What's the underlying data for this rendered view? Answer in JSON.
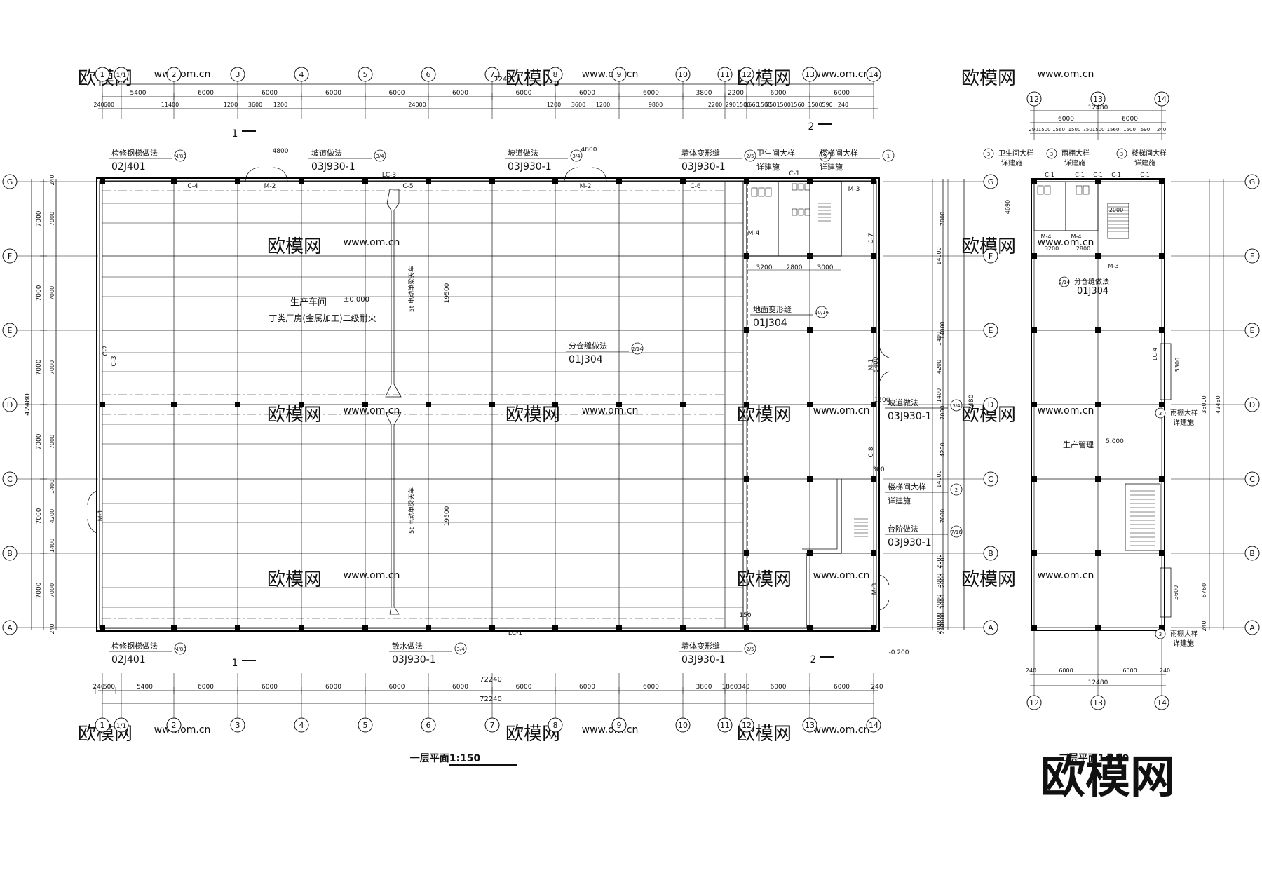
{
  "brand": {
    "logo_text": "欧模网",
    "watermark_url": "www.om.cn"
  },
  "main_plan": {
    "title": "一层平面1:150",
    "axes_x": [
      "1",
      "1/1",
      "2",
      "3",
      "4",
      "5",
      "6",
      "7",
      "8",
      "9",
      "10",
      "11",
      "12",
      "13",
      "14"
    ],
    "axes_y": [
      "G",
      "F",
      "E",
      "D",
      "C",
      "B",
      "A"
    ],
    "top_total": "72480",
    "top_row1": [
      "5400",
      "6000",
      "6000",
      "6000",
      "6000",
      "6000",
      "6000",
      "6000",
      "6000",
      "3800",
      "2200",
      "6000",
      "6000"
    ],
    "top_row2": [
      "240",
      "600",
      "11400",
      "1200",
      "3600",
      "1200",
      "24000",
      "1200",
      "3600",
      "1200",
      "9800",
      "2200",
      "2901500",
      "1560",
      "1500",
      "7501500",
      "1560",
      "1500",
      "590",
      "240"
    ],
    "bottom_total": "72240",
    "bottom_row1": [
      "240",
      "600",
      "5400",
      "6000",
      "6000",
      "6000",
      "6000",
      "6000",
      "6000",
      "6000",
      "6000",
      "3800",
      "1860340",
      "6000",
      "6000",
      "240"
    ],
    "left_total": "42480",
    "left_row1": [
      "7000",
      "7000",
      "7000",
      "7000",
      "7000",
      "7000"
    ],
    "left_row2": [
      "240",
      "7000",
      "7000",
      "7000",
      "7000",
      "1400",
      "4200",
      "1400",
      "7000",
      "240"
    ],
    "right_dims": [
      "14000",
      "1400",
      "4200",
      "1400",
      "14000",
      "2000",
      "3000",
      "7000",
      "2000",
      "240",
      "42480"
    ],
    "room_name": "生产车间",
    "room_level": "±0.000",
    "room_desc": "丁类厂房(金属加工)二级耐火",
    "crane_label": "5t 电动单梁天车",
    "span_dim": "19500",
    "notes": [
      {
        "title": "检修钢梯做法",
        "ref": "02J401",
        "idx": "M/83"
      },
      {
        "title": "坡道做法",
        "ref": "03J930-1",
        "idx": "3/4"
      },
      {
        "title": "坡道做法",
        "ref": "03J930-1",
        "idx": "3/4"
      },
      {
        "title": "墙体变形缝",
        "ref": "03J930-1",
        "idx": "2/5"
      },
      {
        "title": "卫生间大样",
        "ref": "详建施",
        "idx": "3"
      },
      {
        "title": "楼梯间大样",
        "ref": "详建施",
        "idx": "1"
      },
      {
        "title": "分仓缝做法",
        "ref": "01J304",
        "idx": "2/14"
      },
      {
        "title": "地面变形缝",
        "ref": "01J304",
        "idx": "10/16"
      },
      {
        "title": "坡道做法",
        "ref": "03J930-1",
        "idx": "3/4"
      },
      {
        "title": "楼梯间大样",
        "ref": "详建施",
        "idx": "2"
      },
      {
        "title": "台阶做法",
        "ref": "03J930-1",
        "idx": "7/16"
      },
      {
        "title": "散水做法",
        "ref": "03J930-1",
        "idx": "3/4"
      },
      {
        "title": "墙体变形缝",
        "ref": "03J930-1",
        "idx": "2/5"
      },
      {
        "title": "检修钢梯做法",
        "ref": "02J401",
        "idx": "M/83"
      }
    ],
    "door_labels": [
      "M-1",
      "M-2",
      "M-2",
      "M-3",
      "M-3",
      "M-4",
      "M-1"
    ],
    "window_labels": [
      "C-1",
      "C-2",
      "C-3",
      "C-4",
      "C-5",
      "C-6",
      "C-7",
      "C-8",
      "LC-1",
      "LC-3"
    ],
    "section_labels": [
      "1",
      "2",
      "1",
      "2"
    ],
    "small_dims": [
      "4800",
      "4800",
      "3200",
      "2800",
      "3000",
      "5400",
      "1500",
      "300",
      "150",
      "-0.200"
    ]
  },
  "second_plan": {
    "title": "二层平面1:150",
    "axes_x": [
      "12",
      "13",
      "14"
    ],
    "axes_y": [
      "G",
      "F",
      "E",
      "D",
      "C",
      "B",
      "A"
    ],
    "top_total": "12480",
    "top_row1": [
      "6000",
      "6000"
    ],
    "top_row2": [
      "2901500",
      "1560",
      "1500",
      "7501500",
      "1560",
      "1500",
      "590",
      "240"
    ],
    "bottom_total": "12480",
    "bottom_row1": [
      "240",
      "6000",
      "6000",
      "240"
    ],
    "left_dims": [
      "7000",
      "14000",
      "7000",
      "4200",
      "7000",
      "7000",
      "2000",
      "3000",
      "2000",
      "240"
    ],
    "right_dims": [
      "35000",
      "6760",
      "42480",
      "240"
    ],
    "room_name": "生产管理",
    "room_level": "5.000",
    "notes": [
      {
        "title": "卫生间大样",
        "ref": "详建施",
        "idx": "3"
      },
      {
        "title": "雨棚大样",
        "ref": "详建施",
        "idx": "3"
      },
      {
        "title": "楼梯间大样",
        "ref": "详建施",
        "idx": "3"
      },
      {
        "title": "分仓缝做法",
        "ref": "01J304",
        "idx": "2/14"
      },
      {
        "title": "雨棚大样",
        "ref": "详建施",
        "idx": "3"
      },
      {
        "title": "雨棚大样",
        "ref": "详建施",
        "idx": "3"
      }
    ],
    "door_labels": [
      "M-4",
      "M-4",
      "M-3"
    ],
    "window_labels": [
      "C-1",
      "C-1",
      "C-1",
      "C-1",
      "C-1",
      "LC-4"
    ],
    "small_dims": [
      "4690",
      "3200",
      "2800",
      "2000",
      "5300",
      "3600"
    ]
  }
}
